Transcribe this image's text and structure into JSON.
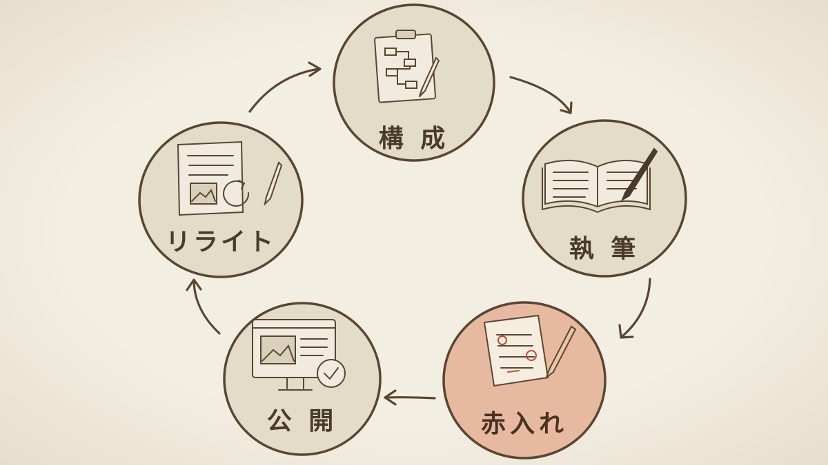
{
  "colors": {
    "paper": "#f1ebdd",
    "node_fill": "#e2dcc8",
    "node_fill_highlight": "#e8b9a1",
    "ink": "#5a4530",
    "text": "#4a3a2a"
  },
  "cycle": {
    "nodes": [
      {
        "id": "structure",
        "label": "構 成",
        "icon": "clipboard-flowchart-pencil-icon",
        "highlight": false
      },
      {
        "id": "writing",
        "label": "執 筆",
        "icon": "open-book-fountain-pen-icon",
        "highlight": false
      },
      {
        "id": "redlining",
        "label": "赤入れ",
        "icon": "marked-paper-pencil-icon",
        "highlight": true
      },
      {
        "id": "publish",
        "label": "公 開",
        "icon": "monitor-checkmark-icon",
        "highlight": false
      },
      {
        "id": "rewrite",
        "label": "リライト",
        "icon": "document-refresh-pencil-icon",
        "highlight": false
      }
    ]
  }
}
